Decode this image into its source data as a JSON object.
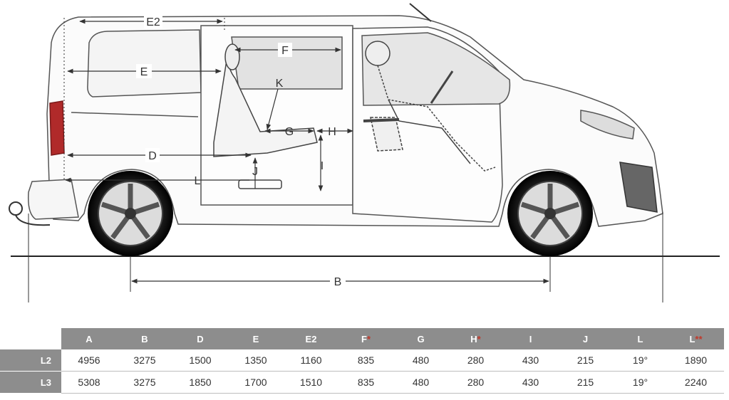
{
  "diagram": {
    "labels": {
      "E2": "E2",
      "E": "E",
      "F": "F",
      "K": "K",
      "G": "G",
      "H": "H",
      "D": "D",
      "J": "J",
      "I": "I",
      "L": "L",
      "B": "B"
    }
  },
  "table": {
    "headers": [
      {
        "text": "A",
        "mark": ""
      },
      {
        "text": "B",
        "mark": ""
      },
      {
        "text": "D",
        "mark": ""
      },
      {
        "text": "E",
        "mark": ""
      },
      {
        "text": "E2",
        "mark": ""
      },
      {
        "text": "F",
        "mark": "*"
      },
      {
        "text": "G",
        "mark": ""
      },
      {
        "text": "H",
        "mark": "*"
      },
      {
        "text": "I",
        "mark": ""
      },
      {
        "text": "J",
        "mark": ""
      },
      {
        "text": "L",
        "mark": ""
      },
      {
        "text": "L",
        "mark": "**"
      }
    ],
    "rows": [
      {
        "label": "L2",
        "values": [
          "4956",
          "3275",
          "1500",
          "1350",
          "1160",
          "835",
          "480",
          "280",
          "430",
          "215",
          "19°",
          "1890"
        ]
      },
      {
        "label": "L3",
        "values": [
          "5308",
          "3275",
          "1850",
          "1700",
          "1510",
          "835",
          "480",
          "280",
          "430",
          "215",
          "19°",
          "2240"
        ]
      }
    ]
  },
  "colors": {
    "header_bg": "#8d8d8d",
    "header_text": "#ffffff",
    "mark": "#c0392b",
    "line": "#333333"
  }
}
